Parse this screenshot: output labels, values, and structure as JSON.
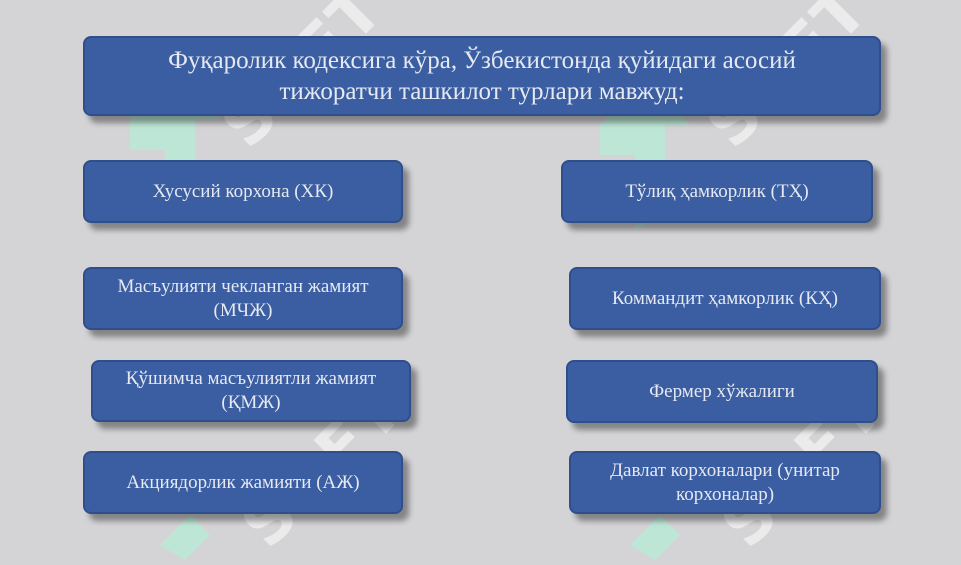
{
  "watermark": {
    "text": "SOFT",
    "color": "#b7ecd6"
  },
  "title": "Фуқаролик кодексига кўра, Ўзбекистонда қуйидаги асосий тижоратчи ташкилот турлари мавжуд:",
  "left_items": [
    "Хусусий корхона (ХК)",
    "Масъулияти чекланган жамият (МЧЖ)",
    "Қўшимча масъулиятли жамият (ҚМЖ)",
    "Акциядорлик жамияти (АЖ)"
  ],
  "right_items": [
    "Тўлиқ ҳамкорлик (ТҲ)",
    "Коммандит ҳамкорлик (КҲ)",
    "Фермер хўжалиги",
    "Давлат корхоналари (унитар корхоналар)"
  ],
  "colors": {
    "background": "#d4d4d6",
    "box": "#3a5ea1",
    "box_text": "#e6e9f2"
  }
}
